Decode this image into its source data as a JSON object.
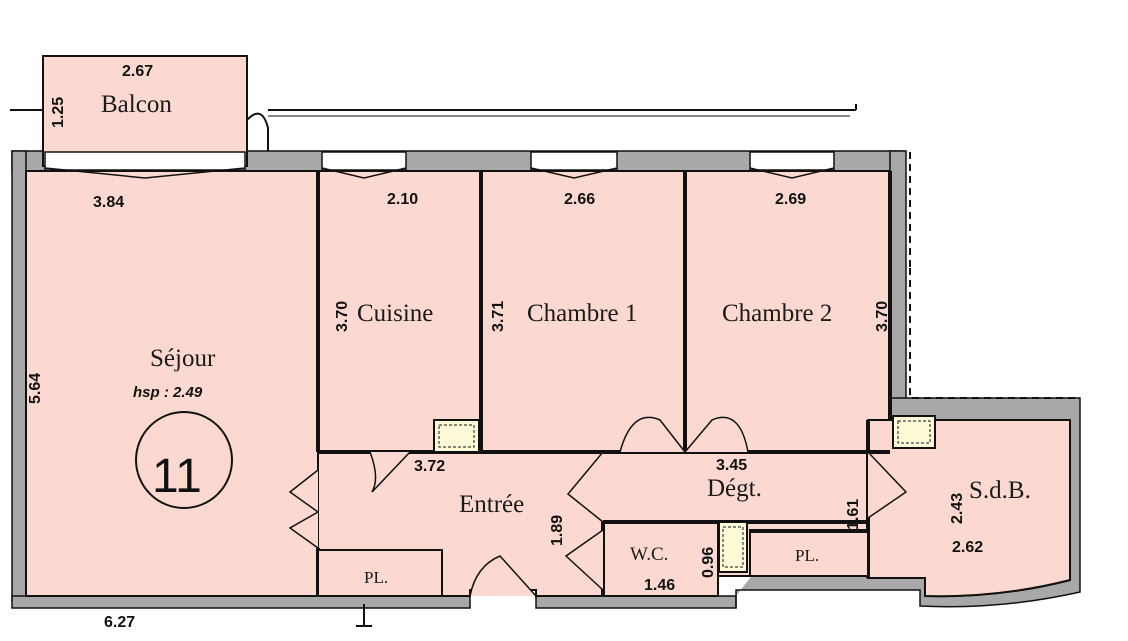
{
  "plan": {
    "lot_number": "11",
    "hsp": "hsp  :  2.49",
    "colors": {
      "room_fill": "#fcd9d0",
      "wall": "#a8a8a8",
      "ink": "#111111",
      "duct": "#fdfbd7"
    },
    "rooms": {
      "balcon": {
        "label": "Balcon",
        "width": "2.67",
        "depth": "1.25"
      },
      "sejour": {
        "label": "Séjour",
        "height": "5.64",
        "top_width": "3.84",
        "bottom_width": "6.27"
      },
      "cuisine": {
        "label": "Cuisine",
        "width": "2.10",
        "height": "3.70",
        "bottom": "3.72"
      },
      "chambre1": {
        "label": "Chambre 1",
        "width": "2.66",
        "height": "3.71"
      },
      "chambre2": {
        "label": "Chambre 2",
        "width": "2.69",
        "height": "3.70"
      },
      "entree": {
        "label": "Entrée",
        "depth": "1.89"
      },
      "degt": {
        "label": "Dégt.",
        "width": "3.45",
        "depth": "1.61"
      },
      "wc": {
        "label": "W.C.",
        "width": "1.46",
        "depth": "0.96"
      },
      "sdb": {
        "label": "S.d.B.",
        "width": "2.62",
        "depth": "2.43"
      }
    },
    "placards": {
      "sejour_pl": "PL.",
      "degt_pl": "PL."
    }
  }
}
